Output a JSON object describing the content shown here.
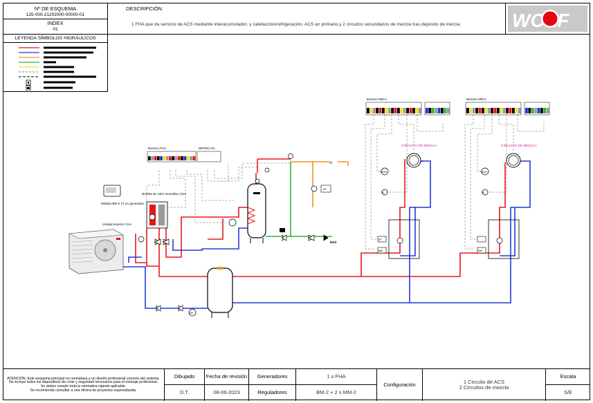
{
  "header": {
    "scheme_label": "Nº DE ESQUEMA",
    "scheme_number": "125-000-21202000-00000-01",
    "index_label": "INDEX",
    "index_value": "01",
    "description_label": "DESCRIPCIÓN",
    "description_text": "1 FHA que da servicio de ACS mediante interacumulador, y calefacción/refrigeración. ACS en primario y 2 circuitos secundarios de mezcla tras depósito de inercia.",
    "legend_title": "LEYENDA SÍMBOLOS HIDRÁULICOS",
    "brand_text": "WOLF"
  },
  "legend_colors": [
    "#e8161c",
    "#2438d6",
    "#f7931e",
    "#2fb531",
    "#f0e21b",
    "#9b9b9b",
    "#000000"
  ],
  "diagram": {
    "bornero_fha": "Bornero FHA",
    "wp_label": "WP001/+01",
    "bornero_mm2_a": "Bornero MM-2",
    "bornero_mm2_b": "Bornero MM-2",
    "circuito_a": "CIRCUITO DE MEZCLA",
    "circuito_b": "CIRCUITO DE MEZCLA",
    "modulo_bm2": "Módulo BM-2 (*) en generador",
    "bomba_calor": "Bomba de calor monobloc CHA",
    "unidad_exterior": "Unidad exterior CHA",
    "red": "Red",
    "af": "AF",
    "t_room_a": "Troom",
    "t_room_b": "Troom",
    "vf_a": "VF",
    "vf_b": "VF",
    "mm_a": "MM",
    "mm_b": "MM",
    "sf": "SF",
    "saf": "SAF"
  },
  "footer": {
    "warning_lines": [
      "ATENCIÓN: Este esquema principal no reemplaza a un diseño profesional correcto del sistema.",
      "No incluye todos los dispositivos de corte y seguridad necesarios para el montaje profesional.",
      "Se deben cumplir toda la normativa vigente aplicable.",
      "Se recomienda consultar a una oficina de proyectos especializada."
    ],
    "dibujado_label": "Dibujado",
    "dibujado_value": "D.T.",
    "fecha_label": "Fecha de revisión",
    "fecha_value": "08-06-2023",
    "generadores_label": "Generadores",
    "generadores_value": "1 x FHA",
    "reguladores_label": "Reguladores",
    "reguladores_value": "BM-2 + 2 x MM-2",
    "configuracion_label": "Configuración",
    "configuracion_line1": "1 Circuito de ACS",
    "configuracion_line2": "2 Circuitos de mezcla",
    "escala_label": "Escala",
    "escala_value": "S/E"
  }
}
